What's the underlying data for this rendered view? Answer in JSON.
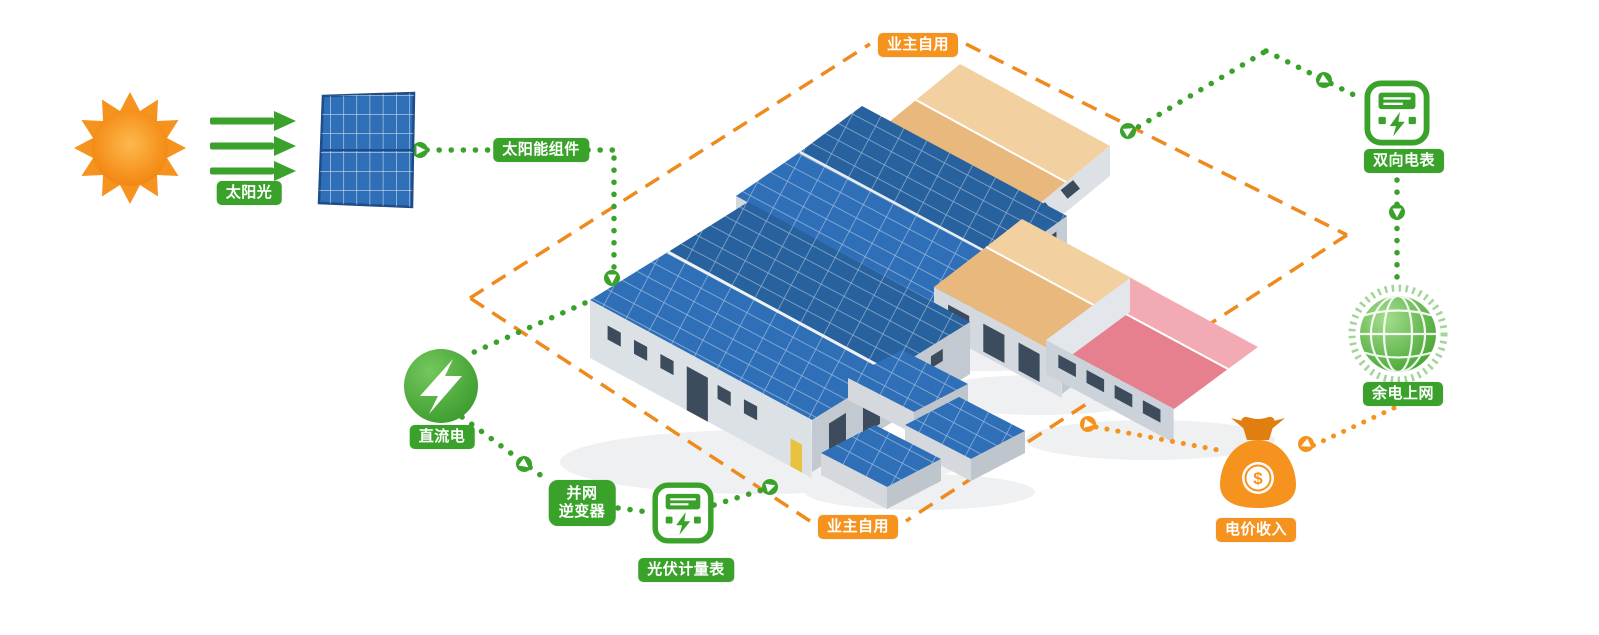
{
  "diagram": {
    "badges": {
      "sunlight": "太阳光",
      "solar_module": "太阳能组件",
      "owner_self_use_top": "业主自用",
      "owner_self_use_bottom": "业主自用",
      "dc_power": "直流电",
      "inverter_line1": "并网",
      "inverter_line2": "逆变器",
      "pv_meter": "光伏计量表",
      "bidirectional_meter": "双向电表",
      "surplus_to_grid": "余电上网",
      "tariff_income": "电价收入"
    },
    "money_bag_symbol": "$",
    "icons": {
      "sun": "sun-icon",
      "sunlight_arrows": "arrow-right-icons",
      "solar_panel": "solar-panel-graphic",
      "dc_power": "lightning-circle-icon",
      "pv_meter": "meter-icon",
      "bidirectional_meter": "meter-icon",
      "state_grid_globe": "globe-icon",
      "money_bag": "money-bag-icon"
    },
    "colors": {
      "green": "#3aa22b",
      "orange": "#f6921e",
      "dashed_boundary": "#ef8a1d",
      "panel_blue": "#2e6fb8",
      "roof_tan": "#e9b87c",
      "roof_pink": "#e7808e"
    }
  }
}
